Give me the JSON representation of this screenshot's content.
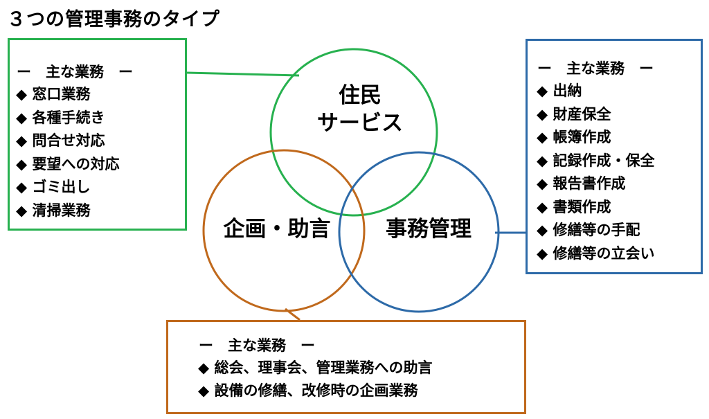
{
  "title": "３つの管理事務のタイプ",
  "colors": {
    "green": "#27b14f",
    "blue": "#2d6aa8",
    "orange": "#c0691c"
  },
  "circles": {
    "resident_service": {
      "line1": "住民",
      "line2": "サービス"
    },
    "planning_advice": {
      "label": "企画・助言"
    },
    "administration": {
      "label": "事務管理"
    }
  },
  "boxes": {
    "green": {
      "heading": "ー　主な業務　ー",
      "items": [
        "◆ 窓口業務",
        "◆ 各種手続き",
        "◆ 問合せ対応",
        "◆ 要望への対応",
        "◆ ゴミ出し",
        "◆ 清掃業務"
      ]
    },
    "blue": {
      "heading": "ー　主な業務　ー",
      "items": [
        "◆ 出納",
        "◆ 財産保全",
        "◆ 帳簿作成",
        "◆ 記録作成・保全",
        "◆ 報告書作成",
        "◆ 書類作成",
        "◆ 修繕等の手配",
        "◆ 修繕等の立会い"
      ]
    },
    "orange": {
      "heading": "ー　主な業務　ー",
      "items": [
        "◆ 総会、理事会、管理業務への助言",
        "◆ 設備の修繕、改修時の企画業務"
      ]
    }
  }
}
